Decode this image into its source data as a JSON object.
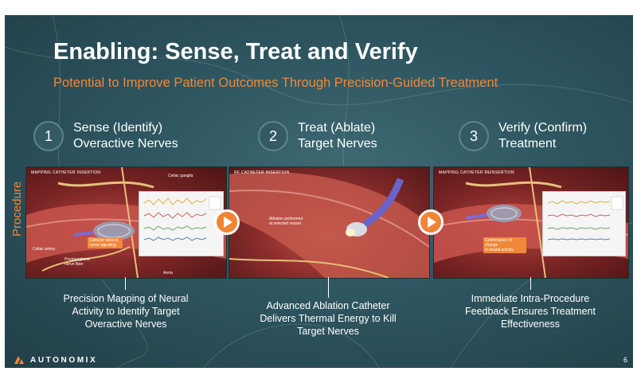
{
  "slide": {
    "title": "Enabling: Sense, Treat and Verify",
    "subtitle": "Potential to Improve Patient Outcomes Through Precision-Guided Treatment",
    "side_label": "Procedure",
    "page_number": "6",
    "logo_text": "AUTONOMIX",
    "accent_color": "#f0883a"
  },
  "steps": [
    {
      "number": "1",
      "line1": "Sense (Identify)",
      "line2": "Overactive Nerves"
    },
    {
      "number": "2",
      "line1": "Treat (Ablate)",
      "line2": "Target Nerves"
    },
    {
      "number": "3",
      "line1": "Verify (Confirm)",
      "line2": "Treatment"
    }
  ],
  "panels": [
    {
      "tag": "MAPPING CATHETER INSERTION",
      "labels": {
        "celiac_ganglia": "Celiac ganglia",
        "celiac_artery": "Celiac artery",
        "catheter": "Catheter detects nerve signaling",
        "postganglionic_1": "Postganglionic",
        "postganglionic_2": "nerve fiber",
        "aorta": "Aorta"
      }
    },
    {
      "tag": "RF CATHETER INSERTION",
      "labels": {
        "ablation_1": "Ablation performed",
        "ablation_2": "at selected vessel"
      }
    },
    {
      "tag": "MAPPING CATHETER REINSERTION",
      "labels": {
        "confirmation_1": "Confirmation of change",
        "confirmation_2": "in neural activity"
      }
    }
  ],
  "captions": [
    {
      "line1": "Precision Mapping of Neural",
      "line2": "Activity to Identify Target",
      "line3": "Overactive Nerves"
    },
    {
      "line1": "Advanced Ablation Catheter",
      "line2": "Delivers Thermal Energy to Kill",
      "line3": "Target Nerves"
    },
    {
      "line1": "Immediate Intra-Procedure",
      "line2": "Feedback Ensures Treatment",
      "line3": "Effectiveness"
    }
  ],
  "icons": [
    "play-arrow-icon",
    "autonomix-logo-icon"
  ]
}
